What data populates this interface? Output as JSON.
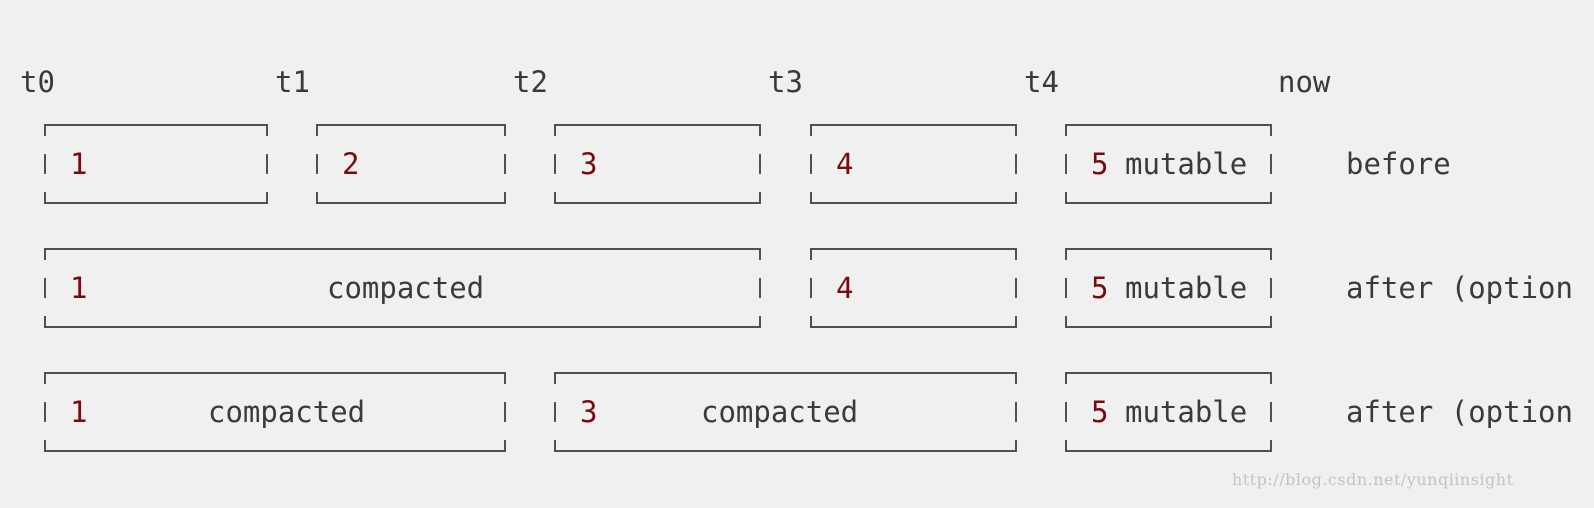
{
  "timeline": {
    "labels": [
      "t0",
      "t1",
      "t2",
      "t3",
      "t4",
      "now"
    ]
  },
  "rows": [
    {
      "label": "before",
      "segments": [
        {
          "num": "1",
          "text": ""
        },
        {
          "num": "2",
          "text": ""
        },
        {
          "num": "3",
          "text": ""
        },
        {
          "num": "4",
          "text": ""
        },
        {
          "num": "5",
          "text": "mutable"
        }
      ]
    },
    {
      "label": "after (option",
      "segments": [
        {
          "num": "1",
          "text": "compacted"
        },
        {
          "num": "4",
          "text": ""
        },
        {
          "num": "5",
          "text": "mutable"
        }
      ]
    },
    {
      "label": "after (option",
      "segments": [
        {
          "num": "1",
          "text": "compacted"
        },
        {
          "num": "3",
          "text": "compacted"
        },
        {
          "num": "5",
          "text": "mutable"
        }
      ]
    }
  ],
  "watermark": "http://blog.csdn.net/yunqiinsight"
}
